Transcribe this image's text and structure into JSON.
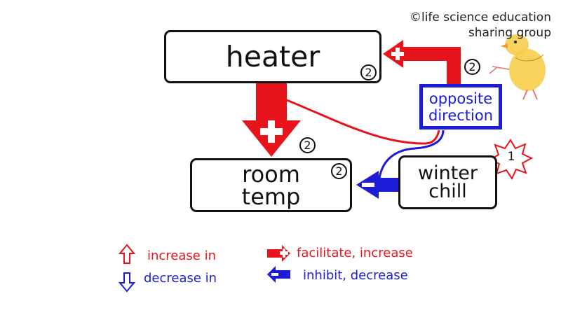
{
  "credit": {
    "line1": "©life science education",
    "line2": "sharing group"
  },
  "nodes": {
    "heater": {
      "label": "heater",
      "badge": "2"
    },
    "room_temp": {
      "line1": "room",
      "line2": "temp",
      "badge": "2"
    },
    "winter_chill": {
      "line1": "winter",
      "line2": "chill",
      "badge": "1"
    },
    "opposite_direction": {
      "line1": "opposite",
      "line2": "direction",
      "badge": "2"
    }
  },
  "links": {
    "heater_to_room": {
      "badge": "2"
    }
  },
  "legend": {
    "increase_in": "increase in",
    "decrease_in": "decrease in",
    "facilitate": "facilitate, increase",
    "inhibit": "inhibit, decrease"
  },
  "colors": {
    "red": "#e8141c",
    "blue": "#1b1bd8",
    "black": "#111111"
  },
  "icons": [
    "chick-illustration-icon",
    "burst-badge-icon",
    "plus-sign-icon",
    "minus-sign-icon"
  ]
}
